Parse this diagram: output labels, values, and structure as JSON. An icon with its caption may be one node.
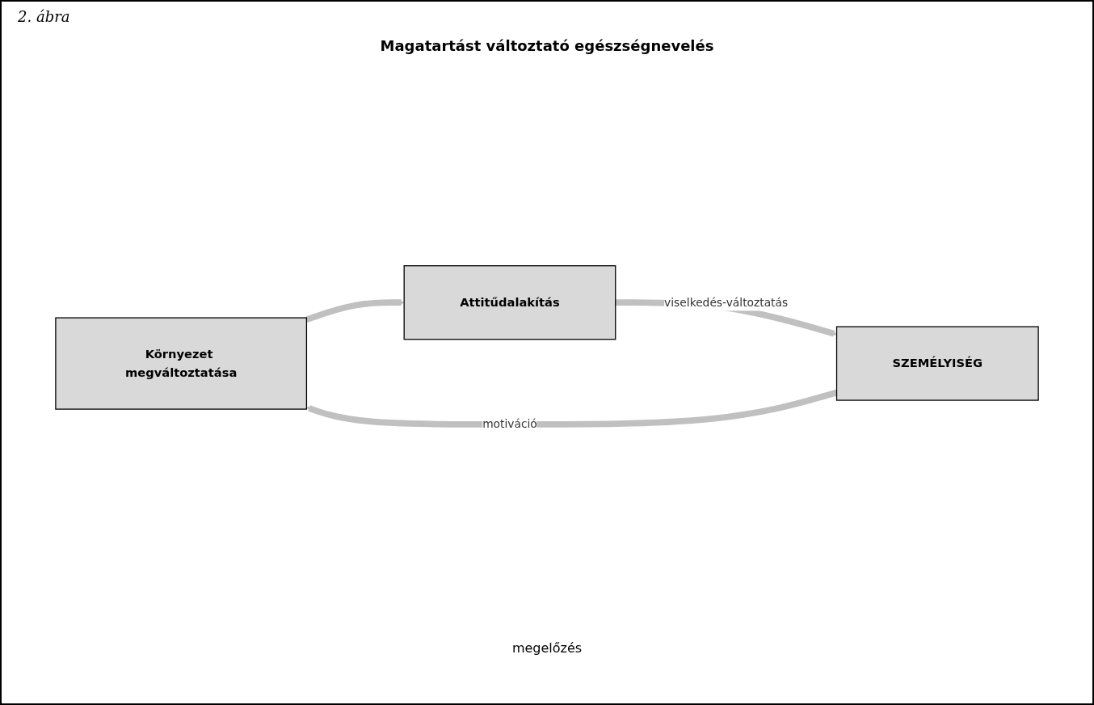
{
  "diagram": {
    "title": "Magatartást változtató egészségnevelés",
    "caption": "2. ábra",
    "nodes": [
      {
        "text": [
          "Környezet megváltoztatása"
        ]
      },
      {
        "text": [
          "SZEMÉLYISÉG"
        ]
      },
      {
        "text": [
          "Attitűdalakítás"
        ]
      }
    ],
    "edges": [
      {
        "from": 1,
        "to": 0,
        "arrow": "to",
        "label": "motiváció"
      },
      {
        "from": 0,
        "to": 2,
        "arrow": "to"
      },
      {
        "from": 2,
        "to": 1,
        "arrow": "to",
        "label": "viselkedés-változtatás"
      }
    ],
    "labels": [
      "megelőzés"
    ]
  }
}
